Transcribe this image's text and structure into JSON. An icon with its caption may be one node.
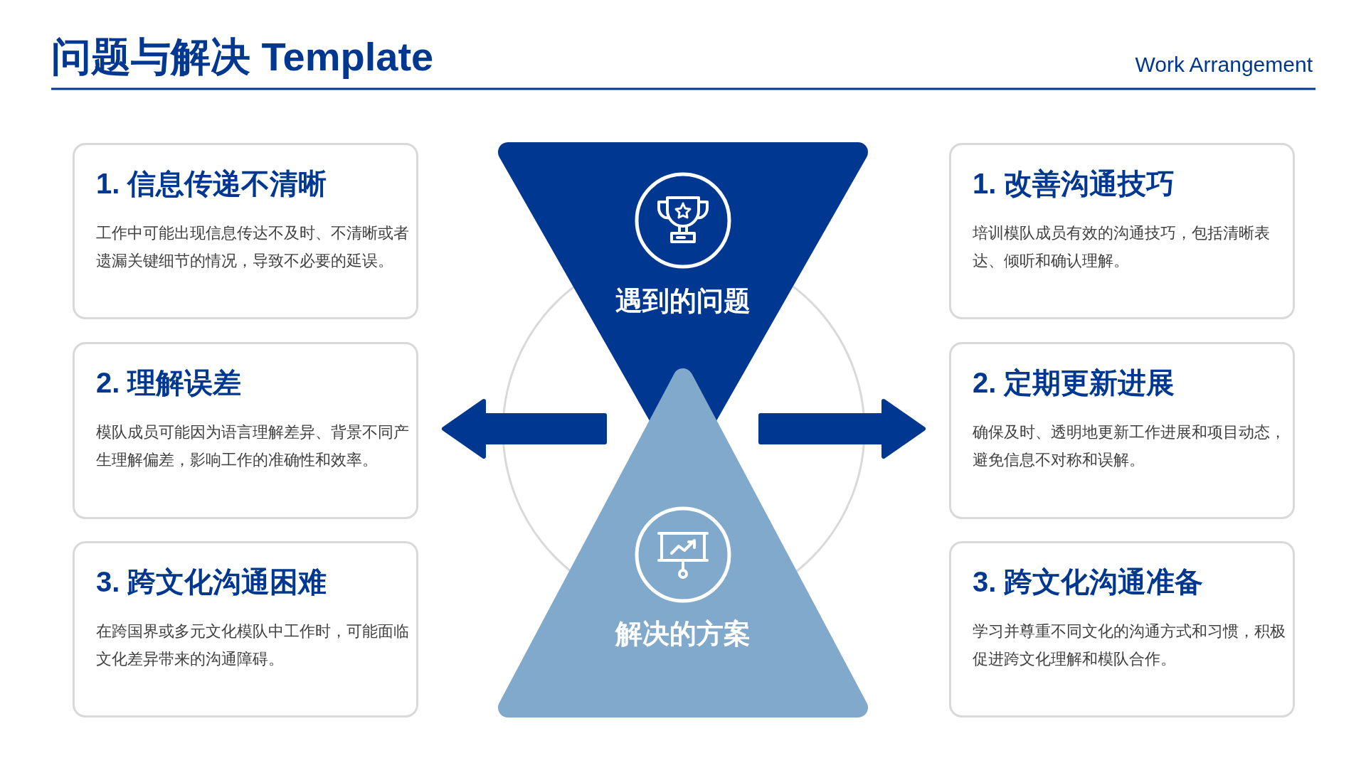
{
  "diagram": {
    "title": "问题与解决 Template",
    "nodes": [
      {
        "text": [
          "1. 信息传递不清晰",
          "工作中可能出现信息传达不及时、不清晰或者遗漏关键细节的情况，导致不必要的延误。"
        ]
      },
      {
        "text": [
          "2. 理解误差",
          "模队成员可能因为语言理解差异、背景不同产生理解偏差，影响工作的准确性和效率。"
        ]
      },
      {
        "text": [
          "3. 跨文化沟通困难",
          "在跨国界或多元文化模队中工作时，可能面临文化差异带来的沟通障碍。"
        ]
      },
      {
        "text": [
          "遇到的问题"
        ]
      },
      {
        "text": [
          "解决的方案"
        ]
      },
      {
        "text": [
          "1. 改善沟通技巧",
          "培训模队成员有效的沟通技巧，包括清晰表达、倾听和确认理解。"
        ]
      },
      {
        "text": [
          "2. 定期更新进展",
          "确保及时、透明地更新工作进展和项目动态，避免信息不对称和误解。"
        ]
      },
      {
        "text": [
          "3. 跨文化沟通准备",
          "学习并尊重不同文化的沟通方式和习惯，积极促进跨文化理解和模队合作。"
        ]
      }
    ],
    "edges": [
      {
        "from": 3,
        "to": 1,
        "arrow": "to"
      },
      {
        "from": 4,
        "to": 6,
        "arrow": "to"
      }
    ],
    "labels": [
      "Work Arrangement"
    ]
  }
}
